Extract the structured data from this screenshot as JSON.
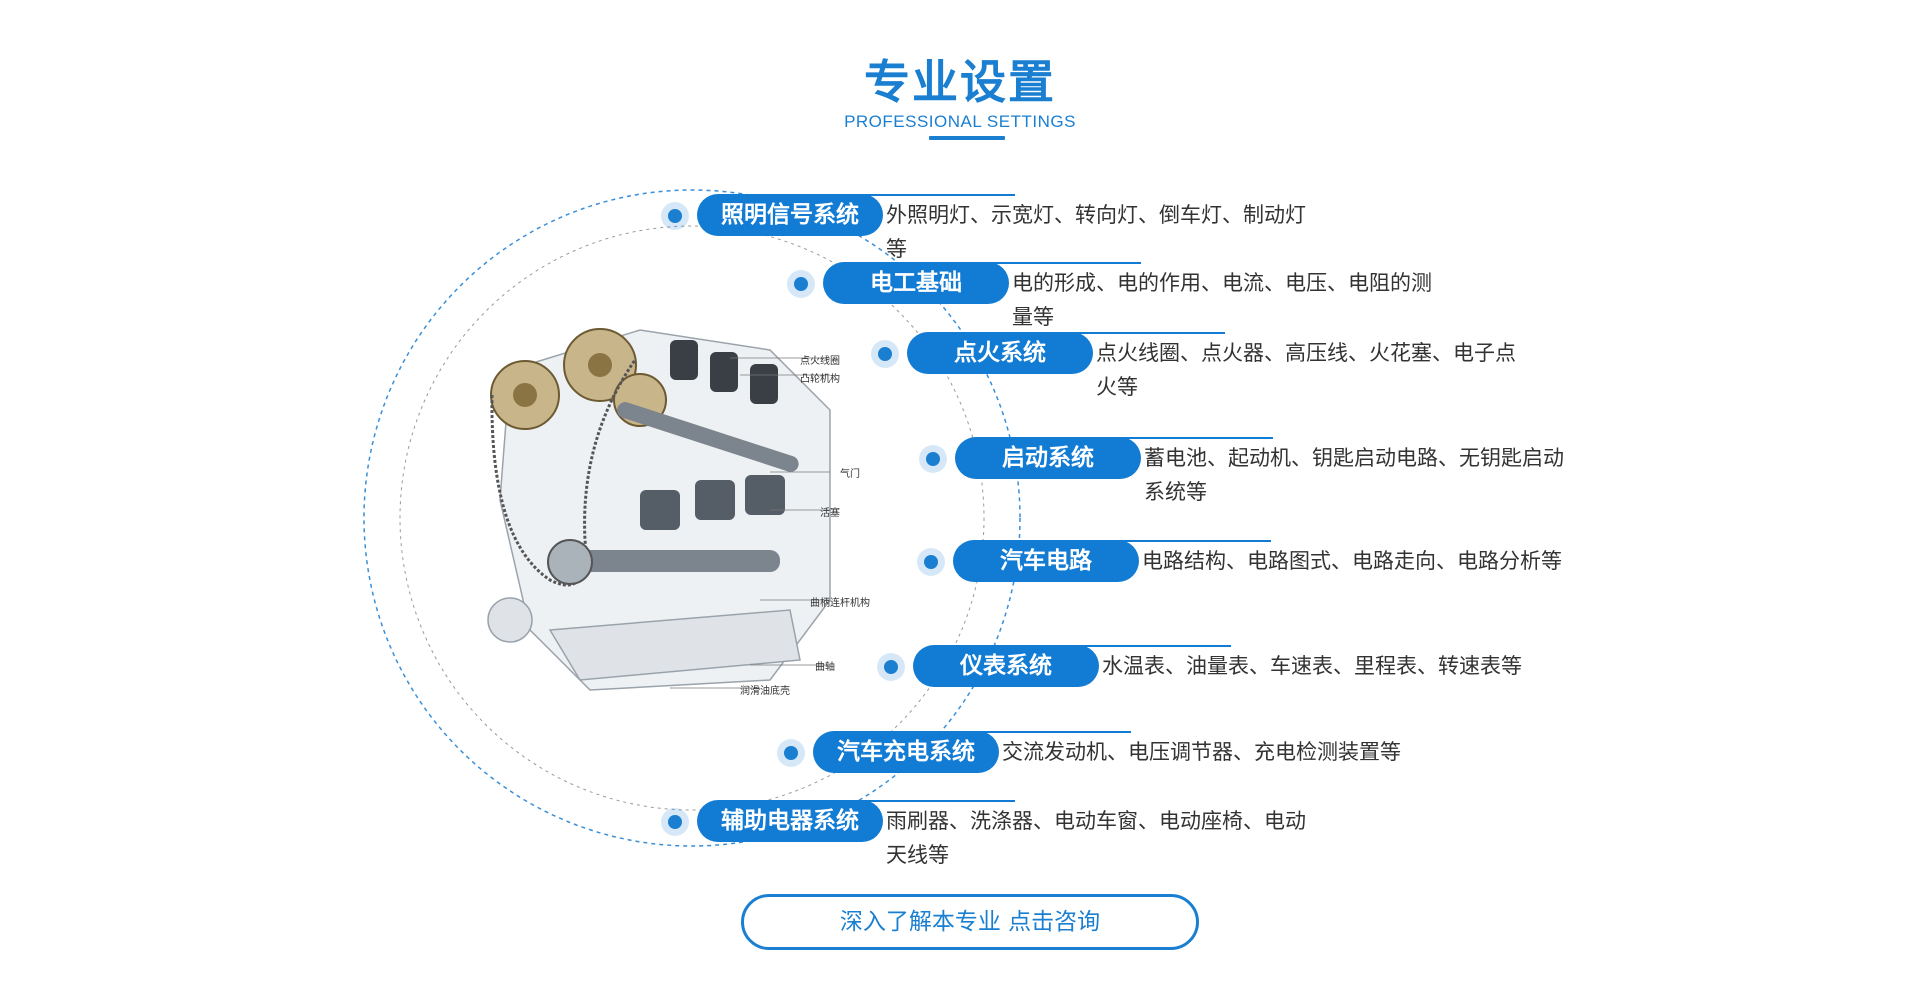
{
  "heading": {
    "title": "专业设置",
    "subtitle": "PROFESSIONAL SETTINGS"
  },
  "engine_labels": [
    "点火线圈",
    "凸轮机构",
    "气门",
    "活塞",
    "曲柄连杆机构",
    "曲轴",
    "润滑油底壳"
  ],
  "items": [
    {
      "title": "照明信号系统",
      "desc": "外照明灯、示宽灯、转向灯、倒车灯、制动灯等"
    },
    {
      "title": "电工基础",
      "desc": "电的形成、电的作用、电流、电压、电阻的测量等"
    },
    {
      "title": "点火系统",
      "desc": "点火线圈、点火器、高压线、火花塞、电子点火等"
    },
    {
      "title": "启动系统",
      "desc": "蓄电池、起动机、钥匙启动电路、无钥匙启动系统等"
    },
    {
      "title": "汽车电路",
      "desc": "电路结构、电路图式、电路走向、电路分析等"
    },
    {
      "title": "仪表系统",
      "desc": "水温表、油量表、车速表、里程表、转速表等"
    },
    {
      "title": "汽车充电系统",
      "desc": "交流发动机、电压调节器、充电检测装置等"
    },
    {
      "title": "辅助电器系统",
      "desc": "雨刷器、洗涤器、电动车窗、电动座椅、电动天线等"
    }
  ],
  "cta": {
    "label": "深入了解本专业 点击咨询"
  },
  "colors": {
    "accent": "#1a7fd1",
    "pill": "#127bd4",
    "text": "#333333"
  }
}
